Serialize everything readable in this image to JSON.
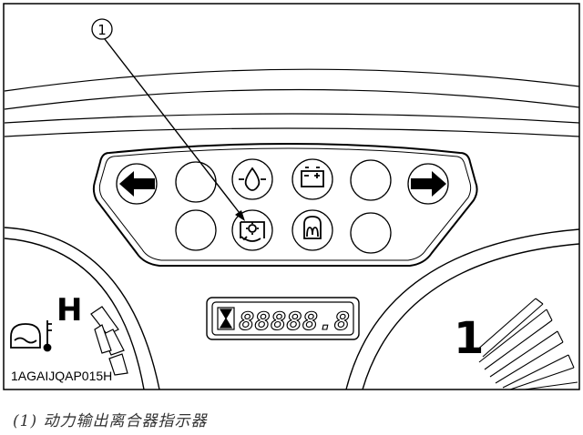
{
  "figure": {
    "callout_number": "1",
    "temperature_label": "H",
    "hour_meter_value": "88888.8",
    "right_gauge_value": "1",
    "image_code": "1AGAIJQAP015H",
    "indicators": [
      {
        "id": "turn-left",
        "icon": "left-arrow-icon"
      },
      {
        "id": "blank-top-left",
        "icon": "blank"
      },
      {
        "id": "oil-pressure",
        "icon": "oil-can-icon"
      },
      {
        "id": "battery-charge",
        "icon": "battery-icon"
      },
      {
        "id": "blank-top-right",
        "icon": "blank"
      },
      {
        "id": "turn-right",
        "icon": "right-arrow-icon"
      },
      {
        "id": "blank-bottom-left",
        "icon": "blank"
      },
      {
        "id": "pto-clutch",
        "icon": "pto-clutch-icon"
      },
      {
        "id": "glow-plug",
        "icon": "glow-plug-icon"
      },
      {
        "id": "blank-bottom-right",
        "icon": "blank"
      }
    ]
  },
  "caption": "(1) 动力输出离合器指示器",
  "colors": {
    "line": "#000000",
    "background": "#ffffff",
    "caption": "#333333"
  }
}
